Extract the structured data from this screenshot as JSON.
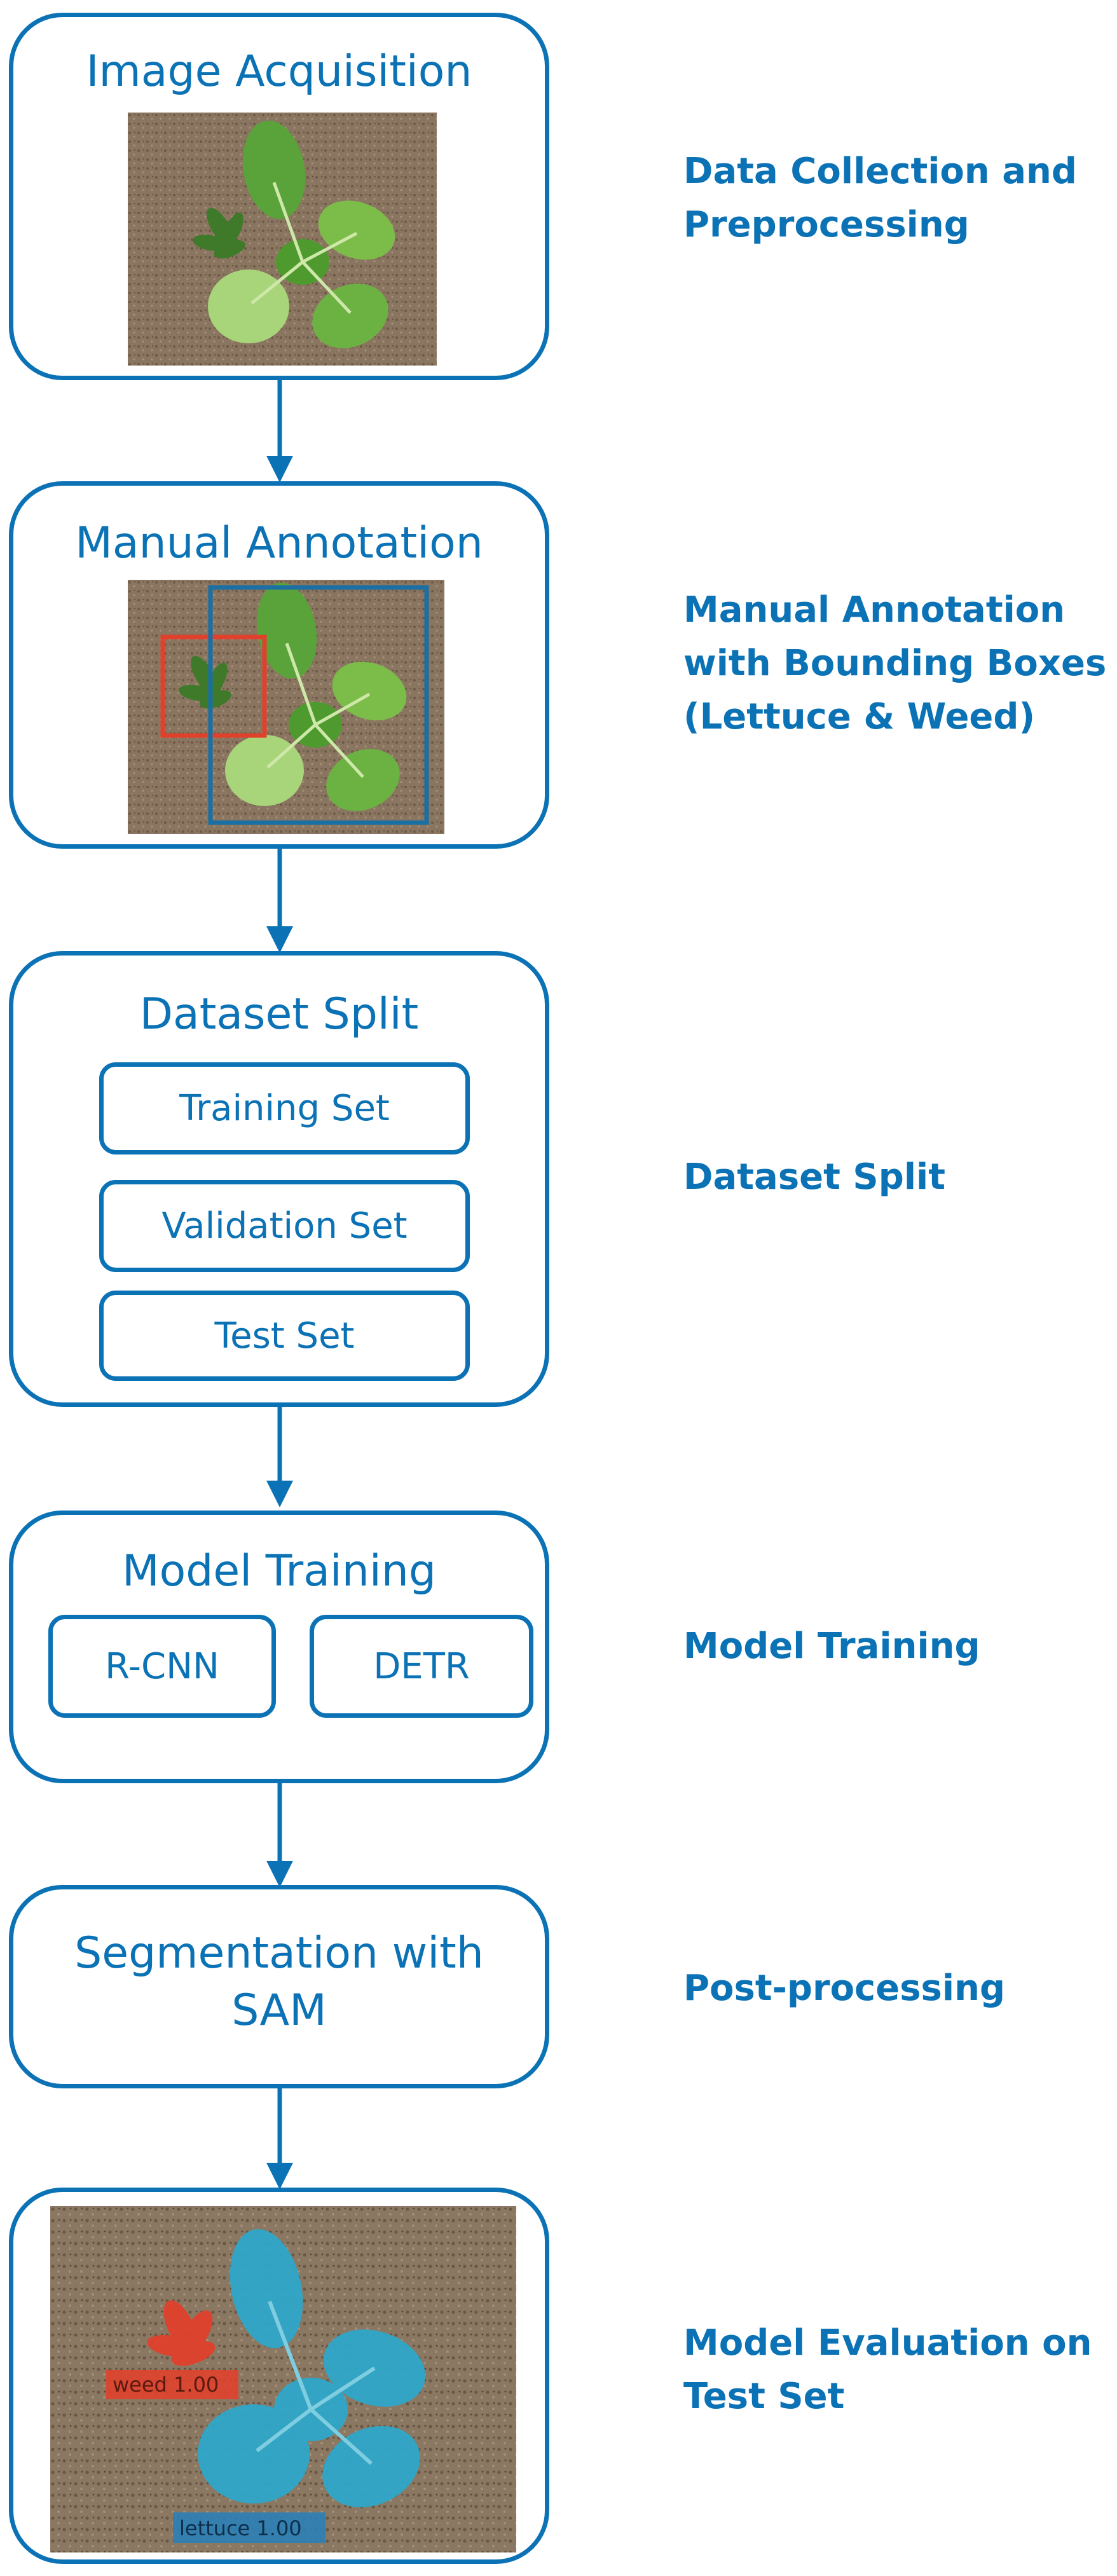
{
  "colors": {
    "accent": "#0b72b5",
    "weed_box": "#e0412c"
  },
  "stages": [
    {
      "title": "Image Acquisition",
      "image": "lettuce-seedling-photo"
    },
    {
      "title": "Manual Annotation",
      "image": "annotated-seedling-photo"
    },
    {
      "title": "Dataset Split",
      "items": [
        "Training Set",
        "Validation Set",
        "Test Set"
      ]
    },
    {
      "title": "Model Training",
      "models": [
        "R-CNN",
        "DETR"
      ]
    },
    {
      "title_line1": "Segmentation with",
      "title_line2": "SAM"
    },
    {
      "image": "segmentation-result-photo",
      "labels": {
        "weed": "weed 1.00",
        "lettuce": "lettuce 1.00"
      }
    }
  ],
  "descriptions": [
    {
      "line1": "Data Collection and",
      "line2": "Preprocessing"
    },
    {
      "line1": "Manual Annotation",
      "line2": "with Bounding Boxes",
      "line3": "(Lettuce & Weed)"
    },
    {
      "line1": "Dataset Split"
    },
    {
      "line1": "Model Training"
    },
    {
      "line1": "Post-processing"
    },
    {
      "line1": "Model Evaluation on",
      "line2": "Test Set"
    }
  ]
}
